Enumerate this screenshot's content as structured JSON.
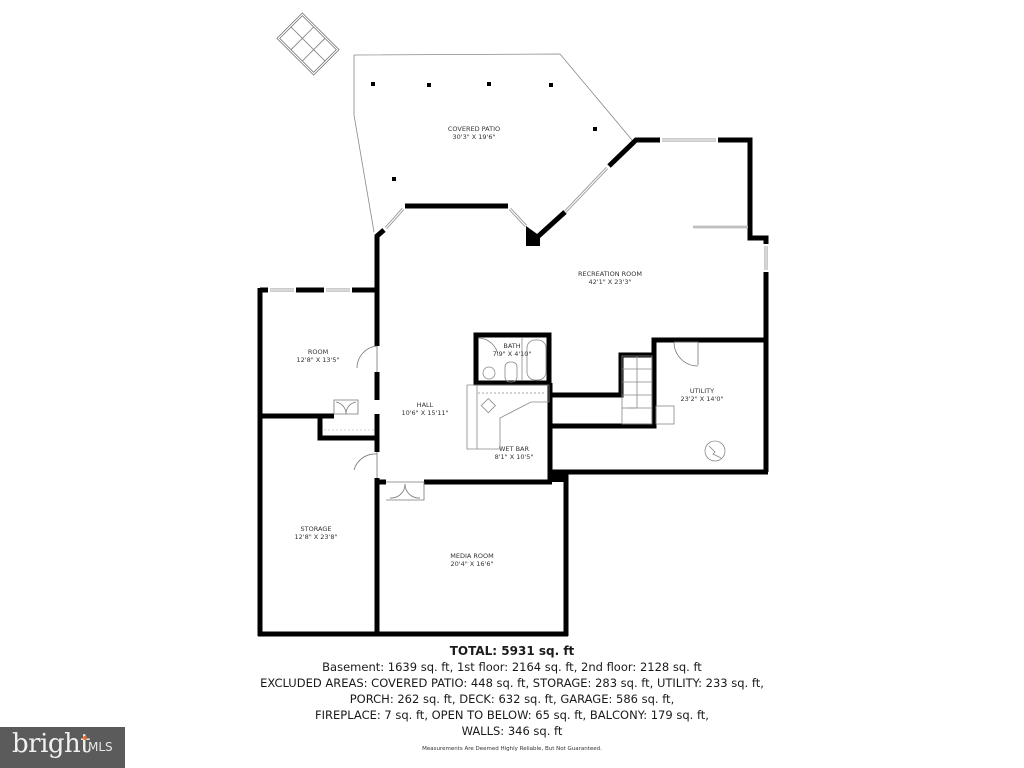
{
  "floor_plan": {
    "level": "Basement",
    "rooms": [
      {
        "name": "COVERED PATIO",
        "dims": "30'3\" X 19'6\""
      },
      {
        "name": "RECREATION ROOM",
        "dims": "42'1\" X 23'3\""
      },
      {
        "name": "ROOM",
        "dims": "12'8\" X 13'5\""
      },
      {
        "name": "BATH",
        "dims": "7'9\" X 4'10\""
      },
      {
        "name": "HALL",
        "dims": "10'6\" X 15'11\""
      },
      {
        "name": "UTILITY",
        "dims": "23'2\" X 14'0\""
      },
      {
        "name": "WET BAR",
        "dims": "8'1\" X 10'5\""
      },
      {
        "name": "STORAGE",
        "dims": "12'8\" X 23'8\""
      },
      {
        "name": "MEDIA ROOM",
        "dims": "20'4\" X 16'6\""
      }
    ]
  },
  "summary": {
    "total": "TOTAL: 5931 sq. ft",
    "floors": "Basement: 1639 sq. ft, 1st floor: 2164 sq. ft, 2nd floor: 2128 sq. ft",
    "excluded_1": "EXCLUDED AREAS: COVERED PATIO: 448 sq. ft, STORAGE: 283 sq. ft, UTILITY: 233 sq. ft,",
    "excluded_2": "PORCH: 262 sq. ft, DECK: 632 sq. ft, GARAGE: 586 sq. ft,",
    "excluded_3": "FIREPLACE: 7 sq. ft, OPEN TO BELOW: 65 sq. ft, BALCONY: 179 sq. ft,",
    "excluded_4": "WALLS: 346 sq. ft",
    "disclaimer": "Measurements Are Deemed Highly Reliable, But Not Guaranteed."
  },
  "logo": {
    "brand": "bright",
    "suffix": "MLS",
    "accent_color": "#e46b2b"
  }
}
